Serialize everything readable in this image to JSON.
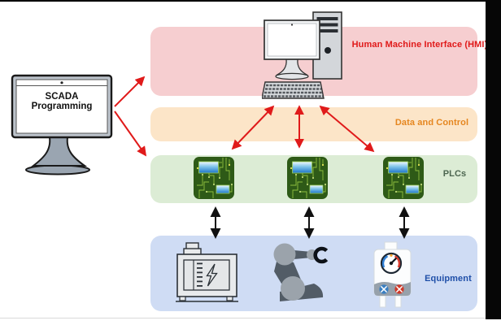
{
  "scada_station": {
    "label": "SCADA Programming"
  },
  "layers": {
    "hmi": {
      "label": "Human Machine Interface (HMI)",
      "fill": "#f6ced0",
      "text_color": "#e01a1a",
      "icon": "desktop-computer-icon"
    },
    "data_and_control": {
      "label": "Data and Control",
      "fill": "#fce5c8",
      "text_color": "#e5861f"
    },
    "plcs": {
      "label": "PLCs",
      "fill": "#dcecd5",
      "text_color": "#4d6650",
      "icon": "plc-circuit-board-icon",
      "icon_count": 3
    },
    "equipment": {
      "label": "Equipment",
      "fill": "#cfdcf4",
      "text_color": "#1f4fa8",
      "icons": [
        "generator-icon",
        "robot-arm-icon",
        "boiler-icon"
      ]
    }
  },
  "connections": [
    {
      "from": "scada-station",
      "to": "hmi-layer",
      "color": "#e01a1a",
      "heads": "single"
    },
    {
      "from": "scada-station",
      "to": "plcs-layer",
      "color": "#e01a1a",
      "heads": "single"
    },
    {
      "from": "hmi-computer",
      "to": "plc-1",
      "color": "#e01a1a",
      "heads": "double"
    },
    {
      "from": "hmi-computer",
      "to": "plc-2",
      "color": "#e01a1a",
      "heads": "double"
    },
    {
      "from": "hmi-computer",
      "to": "plc-3",
      "color": "#e01a1a",
      "heads": "double"
    },
    {
      "from": "plc-1",
      "to": "generator",
      "color": "#111111",
      "heads": "double"
    },
    {
      "from": "plc-2",
      "to": "robot-arm",
      "color": "#111111",
      "heads": "double"
    },
    {
      "from": "plc-3",
      "to": "boiler",
      "color": "#111111",
      "heads": "double"
    }
  ]
}
